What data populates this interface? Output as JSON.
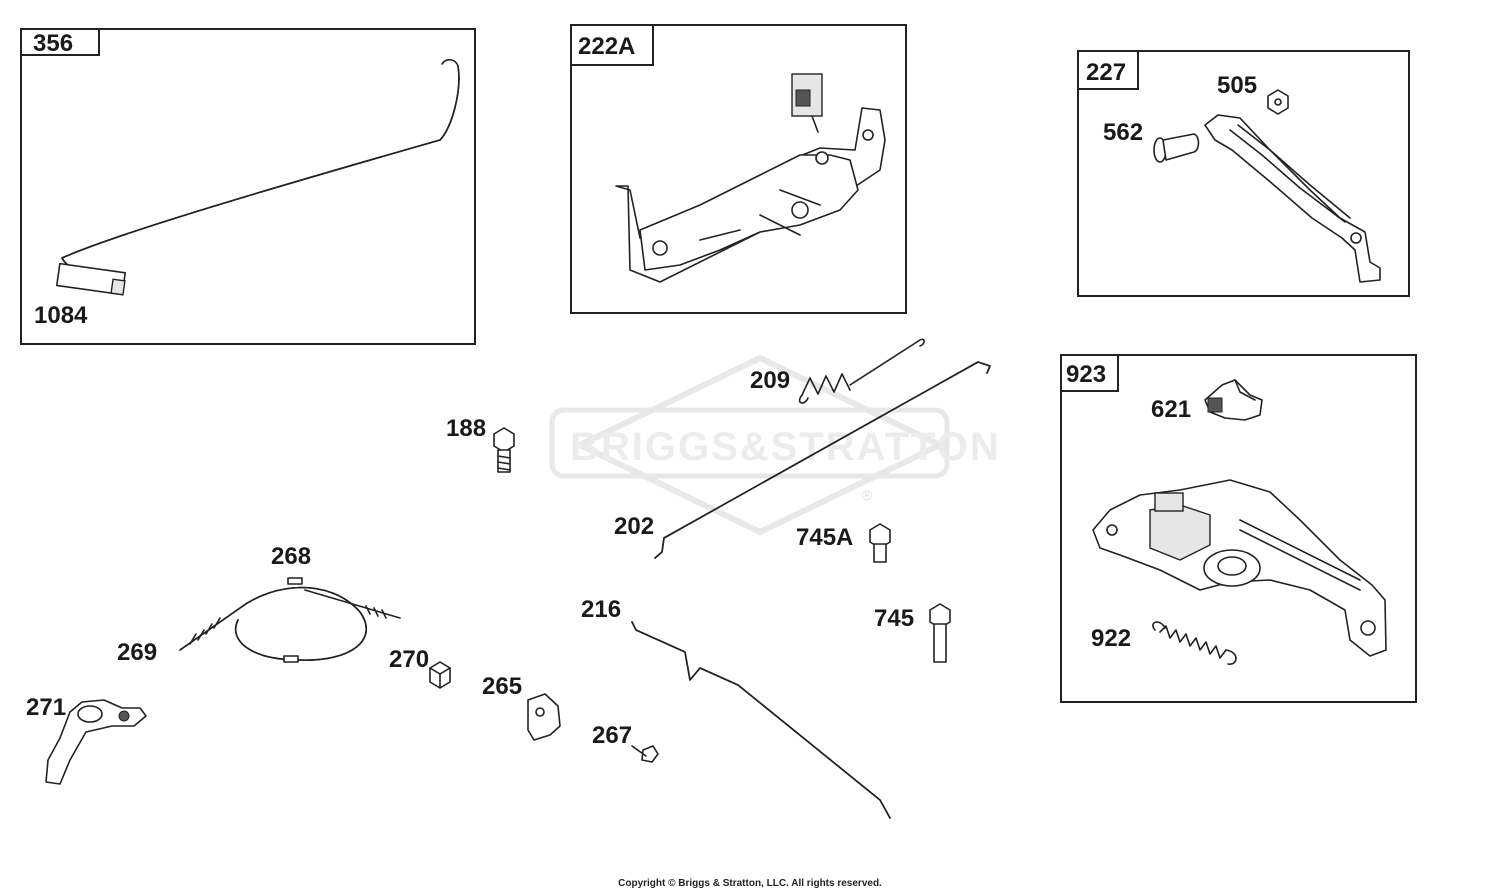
{
  "watermark": {
    "logo_text": "BRIGGS&STRATTON",
    "registered_mark": "®"
  },
  "boxes": {
    "b356": "356",
    "b222a": "222A",
    "b227": "227",
    "b923": "923"
  },
  "labels": {
    "l1084": "1084",
    "l505": "505",
    "l562": "562",
    "l209": "209",
    "l188": "188",
    "l202": "202",
    "l745a": "745A",
    "l745": "745",
    "l216": "216",
    "l268": "268",
    "l269": "269",
    "l270": "270",
    "l265": "265",
    "l267": "267",
    "l271": "271",
    "l621": "621",
    "l922": "922"
  },
  "footer": {
    "copyright": "Copyright © Briggs & Stratton, LLC. All rights reserved."
  }
}
